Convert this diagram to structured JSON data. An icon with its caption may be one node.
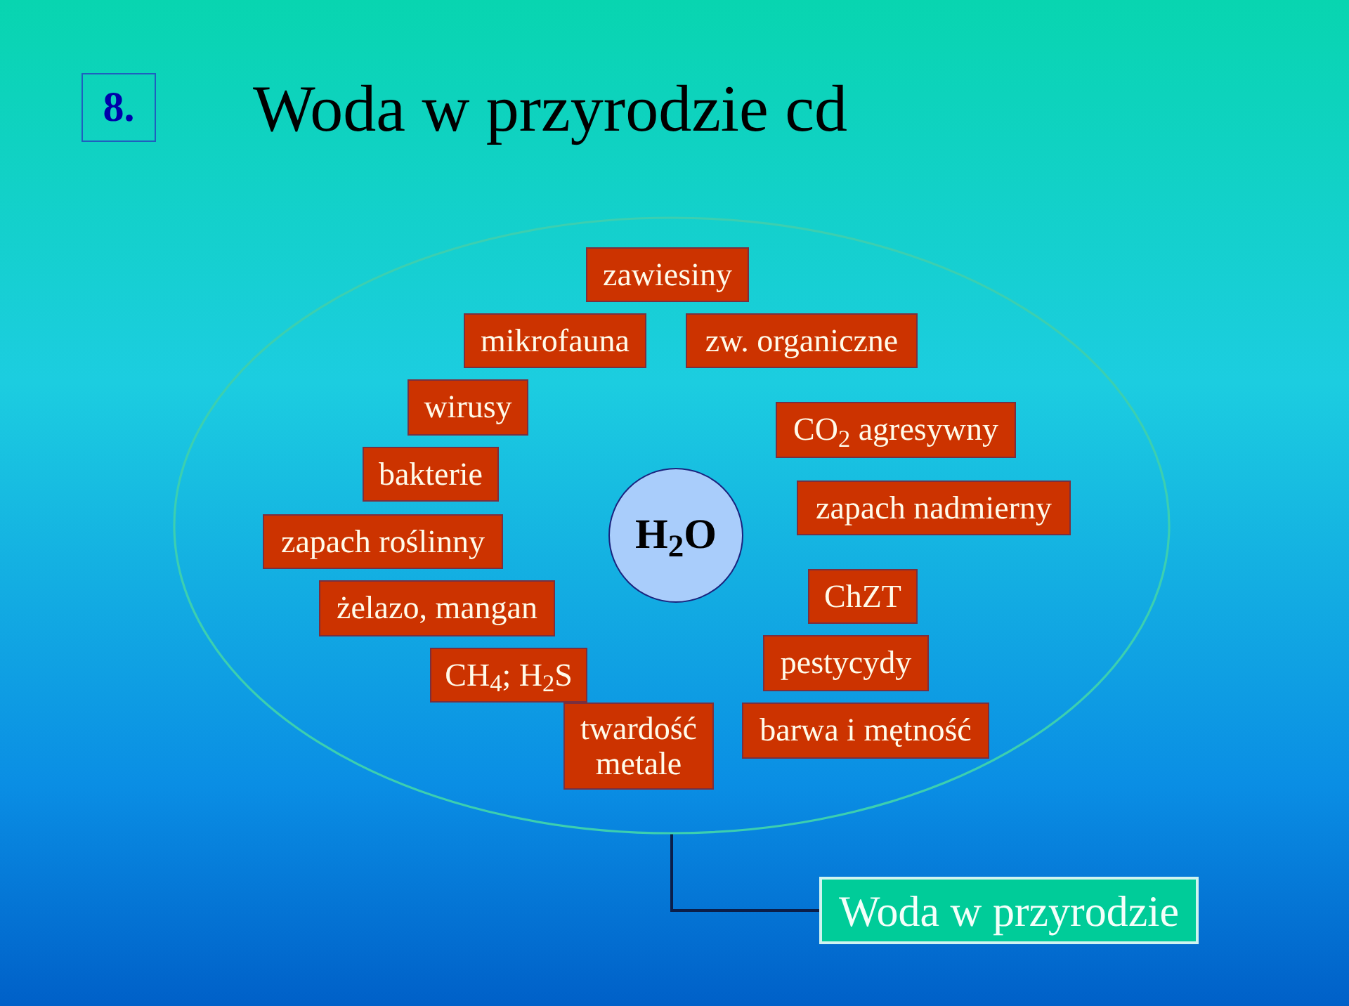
{
  "diagram": {
    "title": "Woda w przyrodzie cd",
    "nodes": [
      {
        "text": [
          "8."
        ]
      },
      {
        "text": [],
        "shape": "ellipse"
      },
      {
        "text": [
          "zawiesiny"
        ],
        "in": 1
      },
      {
        "text": [
          "mikrofauna"
        ],
        "in": 1
      },
      {
        "text": [
          "zw. organiczne"
        ],
        "in": 1
      },
      {
        "text": [
          "wirusy"
        ],
        "in": 1
      },
      {
        "text": [
          "CO$_{2}$ agresywny"
        ],
        "in": 1
      },
      {
        "text": [
          "bakterie"
        ],
        "in": 1
      },
      {
        "text": [
          "H$_{2}$O"
        ],
        "in": 1
      },
      {
        "text": [
          "zapach nadmierny"
        ],
        "in": 1
      },
      {
        "text": [
          "zapach roślinny"
        ],
        "in": 1
      },
      {
        "text": [
          "żelazo, mangan"
        ],
        "in": 1
      },
      {
        "text": [
          "ChZT"
        ],
        "in": 1
      },
      {
        "text": [
          "CH$_{4}$; H$_{2}$S"
        ],
        "in": 1
      },
      {
        "text": [
          "pestycydy"
        ],
        "in": 1
      },
      {
        "text": [
          "twardość metale"
        ],
        "in": 1
      },
      {
        "text": [
          "barwa i mętność"
        ],
        "in": 1
      },
      {
        "text": [
          "Woda w przyrodzie"
        ]
      }
    ],
    "edges": [
      {
        "from": 1,
        "to": 17,
        "arrow": "none"
      }
    ]
  }
}
